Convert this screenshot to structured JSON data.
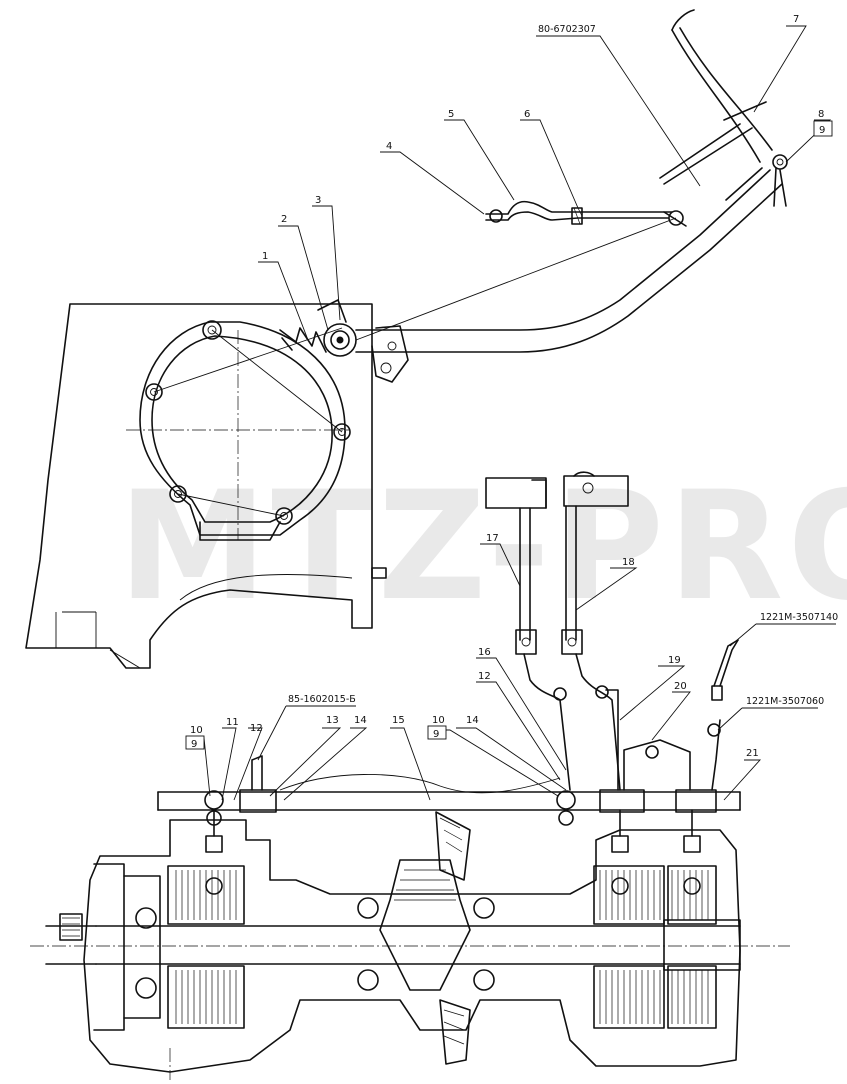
{
  "watermark": "MTZ-PRO",
  "callouts": {
    "c1": "1",
    "c2": "2",
    "c3": "3",
    "c4": "4",
    "c5": "5",
    "c6": "6",
    "c7": "7",
    "c8": "8",
    "c9a": "9",
    "c9b": "9",
    "c10a": "10",
    "c11": "11",
    "c12a": "12",
    "c13": "13",
    "c14a": "14",
    "c15": "15",
    "c10b": "10",
    "c9c": "9",
    "c14b": "14",
    "c16": "16",
    "c12b": "12",
    "c17": "17",
    "c18": "18",
    "c19": "19",
    "c20": "20",
    "c21": "21"
  },
  "codes": {
    "top": "80-6702307",
    "left": "85-1602015-Б",
    "right1": "1221М-3507140",
    "right2": "1221М-3507060"
  }
}
